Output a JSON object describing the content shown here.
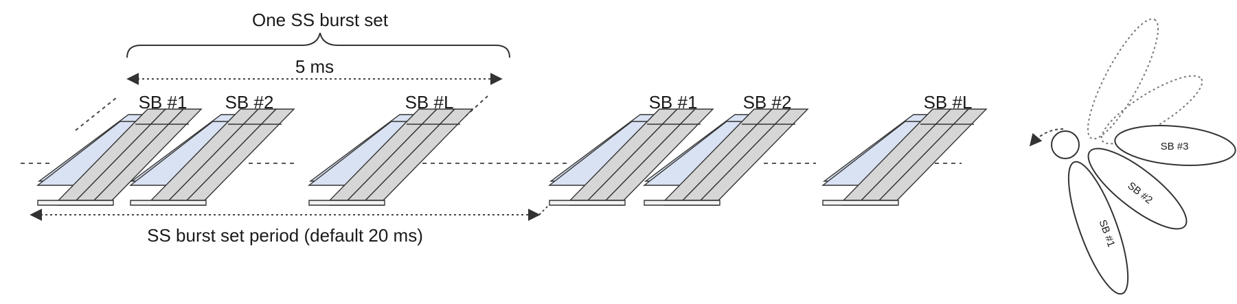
{
  "burst_set": {
    "title": "One SS burst set",
    "duration": "5 ms",
    "period": "SS burst set period (default 20 ms)"
  },
  "blocks": {
    "left": [
      "SB #1",
      "SB #2",
      "SB #L"
    ],
    "right": [
      "SB #1",
      "SB #2",
      "SB #L"
    ]
  },
  "beams": [
    "SB #3",
    "SB #2",
    "SB #1"
  ],
  "colors": {
    "block_fill": "#d6d6d6",
    "block_side": "#b8b8b8",
    "ss_fill": "#d9e2f3",
    "stroke": "#333333",
    "dash": "#444444"
  }
}
